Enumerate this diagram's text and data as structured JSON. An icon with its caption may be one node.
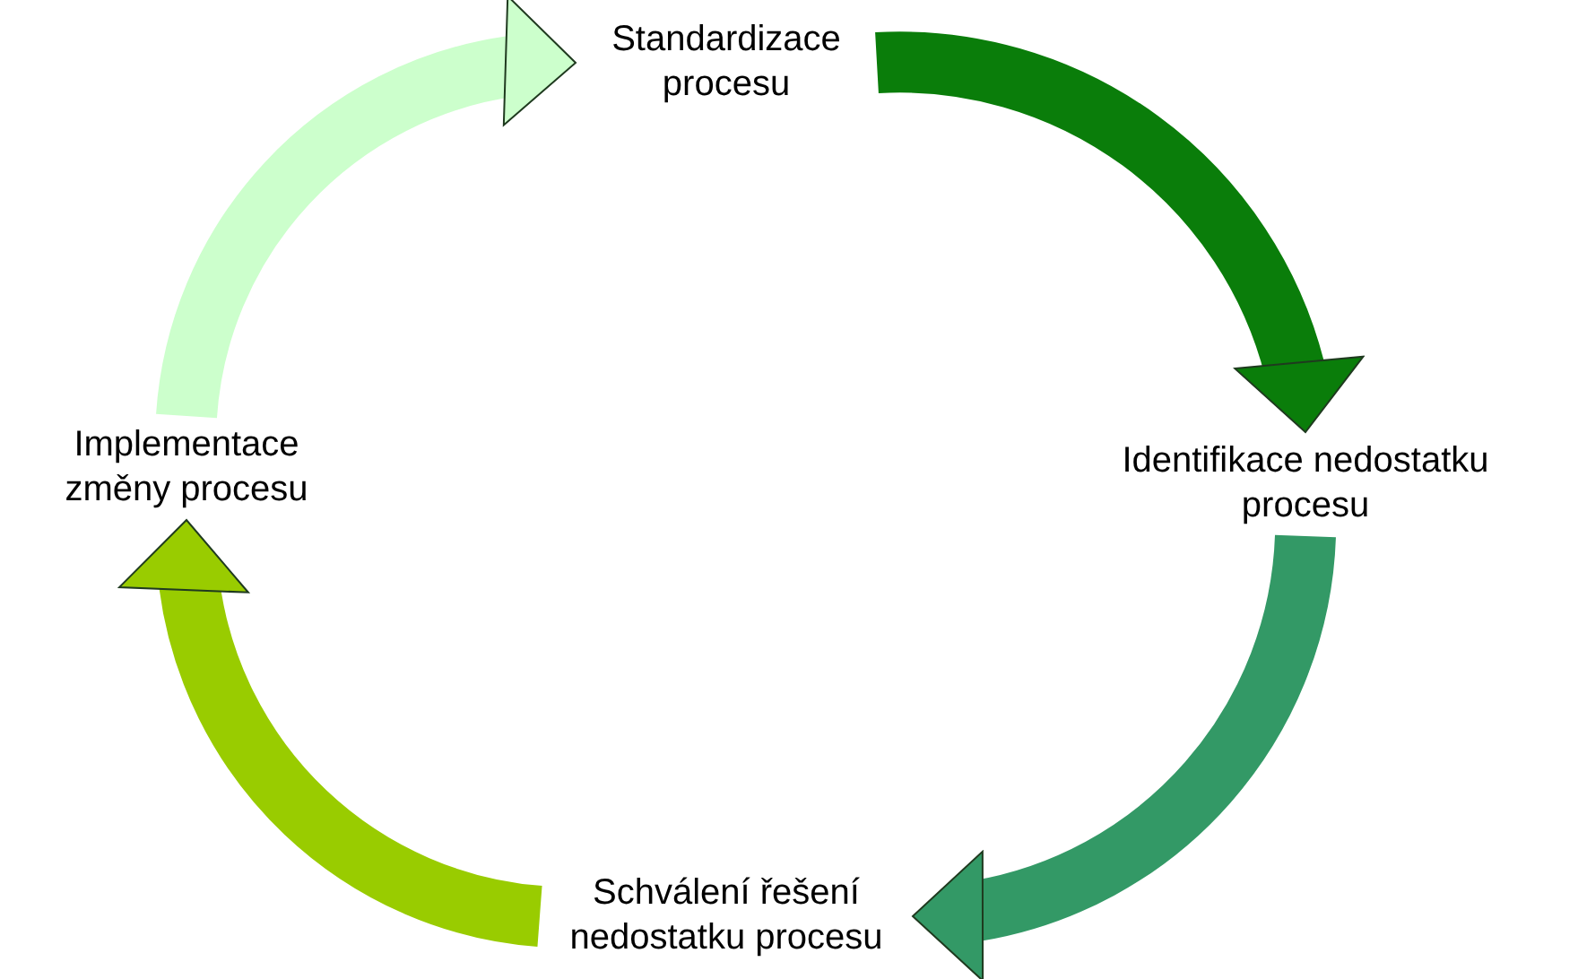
{
  "diagram": {
    "nodes": [
      {
        "text": [
          "Standardizace procesu"
        ]
      },
      {
        "text": [
          "Identifikace nedostatku procesu"
        ]
      },
      {
        "text": [
          "Schválení řešení nedostatku procesu"
        ]
      },
      {
        "text": [
          "Implementace změny procesu"
        ]
      }
    ],
    "edges": [
      {
        "from": 0,
        "to": 1,
        "arrow": "to",
        "color": "#0a7d0a"
      },
      {
        "from": 1,
        "to": 2,
        "arrow": "to",
        "color": "#339966"
      },
      {
        "from": 2,
        "to": 3,
        "arrow": "to",
        "color": "#99cc00"
      },
      {
        "from": 3,
        "to": 0,
        "arrow": "to",
        "color": "#ccffcc"
      }
    ]
  }
}
